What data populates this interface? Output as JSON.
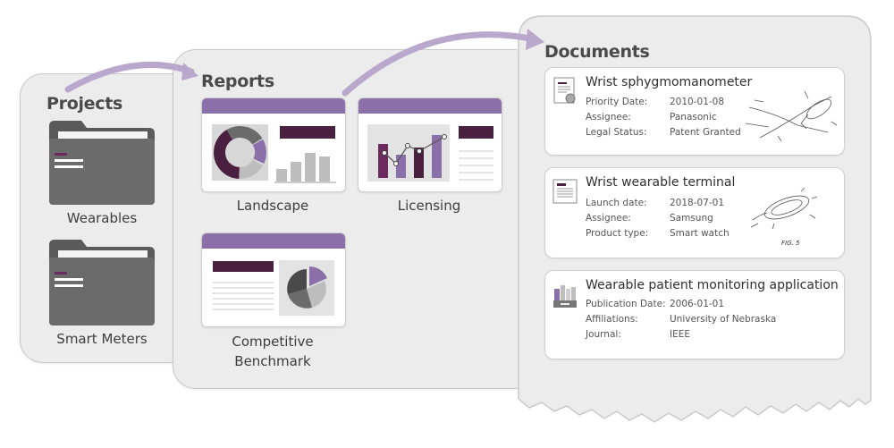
{
  "projects": {
    "title": "Projects",
    "items": [
      {
        "label": "Wearables"
      },
      {
        "label": "Smart Meters"
      }
    ]
  },
  "reports": {
    "title": "Reports",
    "items": [
      {
        "label": "Landscape"
      },
      {
        "label": "Licensing"
      },
      {
        "label": "Competitive Benchmark"
      }
    ]
  },
  "documents": {
    "title": "Documents",
    "items": [
      {
        "title": "Wrist sphygmomanometer",
        "icon": "patent-certificate-icon",
        "fields": [
          {
            "key": "Priority Date:",
            "value": "2010-01-08"
          },
          {
            "key": "Assignee:",
            "value": "Panasonic"
          },
          {
            "key": "Legal Status:",
            "value": "Patent Granted"
          }
        ]
      },
      {
        "title": "Wrist wearable terminal",
        "icon": "product-sheet-icon",
        "figure_label": "FIG. 5",
        "fields": [
          {
            "key": "Launch date:",
            "value": "2018-07-01"
          },
          {
            "key": "Assignee:",
            "value": "Samsung"
          },
          {
            "key": "Product type:",
            "value": "Smart watch"
          }
        ]
      },
      {
        "title": "Wearable patient monitoring application",
        "icon": "library-books-icon",
        "fields": [
          {
            "key": "Publication Date:",
            "value": "2006-01-01"
          },
          {
            "key": "Affiliations:",
            "value": "University of Nebraska"
          },
          {
            "key": "Journal:",
            "value": "IEEE"
          }
        ]
      }
    ]
  },
  "colors": {
    "accent": "#8a6fa8",
    "dark_purple": "#4a2040",
    "folder_gray": "#6b6b6b",
    "panel_bg": "#ececec",
    "arrow": "#b9a7cc"
  }
}
